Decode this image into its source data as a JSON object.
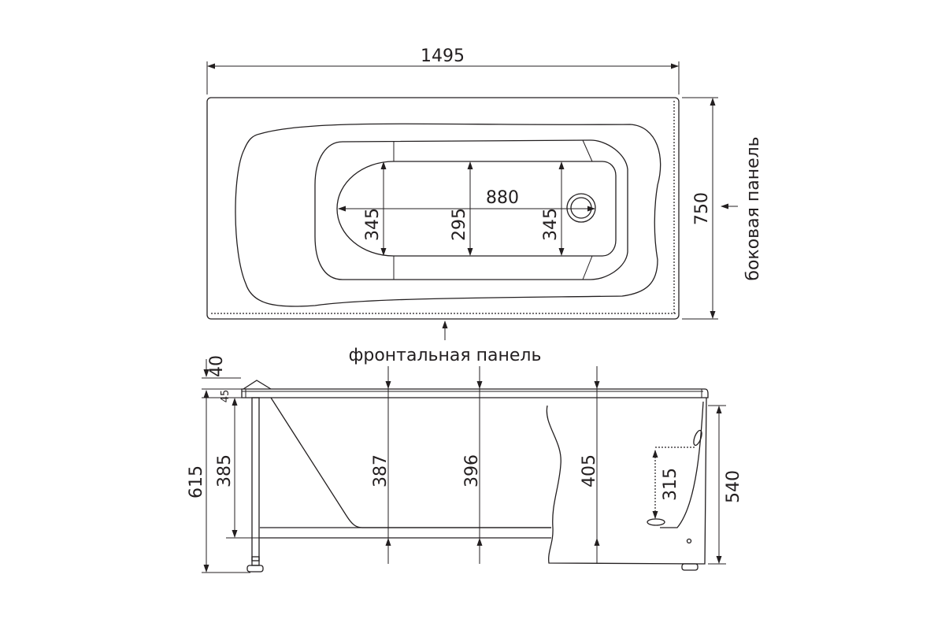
{
  "top_view": {
    "length": "1495",
    "width": "750",
    "bowl_length": "880",
    "width_left": "345",
    "width_middle": "295",
    "width_right": "345",
    "side_panel_label": "боковая панель",
    "front_panel_label": "фронтальная панель"
  },
  "side_view": {
    "total_height": "615",
    "rim_top": "40",
    "rim_thickness": "45",
    "panel_left": "385",
    "depth_1": "387",
    "depth_2": "396",
    "depth_3": "405",
    "overflow_height": "315",
    "panel_height": "540"
  }
}
